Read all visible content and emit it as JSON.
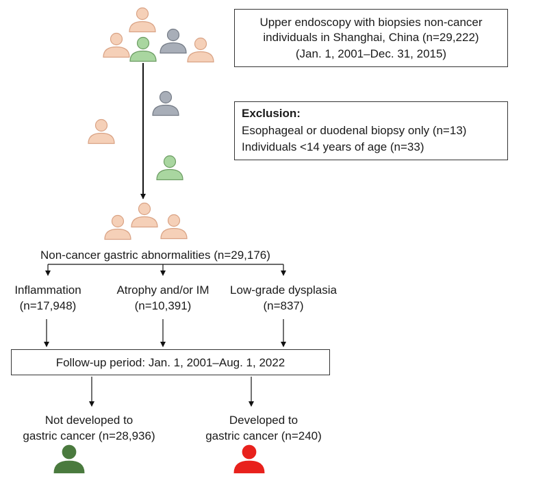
{
  "cohort": {
    "line1": "Upper endoscopy with biopsies non-cancer",
    "line2": "individuals in Shanghai, China (n=29,222)",
    "line3": "(Jan. 1, 2001–Dec. 31, 2015)"
  },
  "exclusion": {
    "title": "Exclusion:",
    "item1": "Esophageal or duodenal biopsy only (n=13)",
    "item2": "Individuals <14 years of age (n=33)"
  },
  "abnormalities": {
    "label": "Non-cancer gastric abnormalities (n=29,176)",
    "groups": [
      {
        "name": "Inflammation",
        "count": "(n=17,948)"
      },
      {
        "name": "Atrophy and/or IM",
        "count": "(n=10,391)"
      },
      {
        "name": "Low-grade dysplasia",
        "count": "(n=837)"
      }
    ]
  },
  "followup": {
    "label": "Follow-up period: Jan. 1, 2001–Aug. 1, 2022"
  },
  "outcomes": [
    {
      "line1": "Not developed to",
      "line2": "gastric cancer (n=28,936)"
    },
    {
      "line1": "Developed to",
      "line2": "gastric cancer (n=240)"
    }
  ],
  "colors": {
    "person_peach": "#f5d0b8",
    "person_peach_stroke": "#d9a284",
    "person_gray": "#a8aeb8",
    "person_gray_stroke": "#737a85",
    "person_green": "#a9d6a0",
    "person_green_stroke": "#6b9c62",
    "outcome_not_developed": "#4a7a3e",
    "outcome_developed": "#e8211c",
    "line": "#111111"
  }
}
